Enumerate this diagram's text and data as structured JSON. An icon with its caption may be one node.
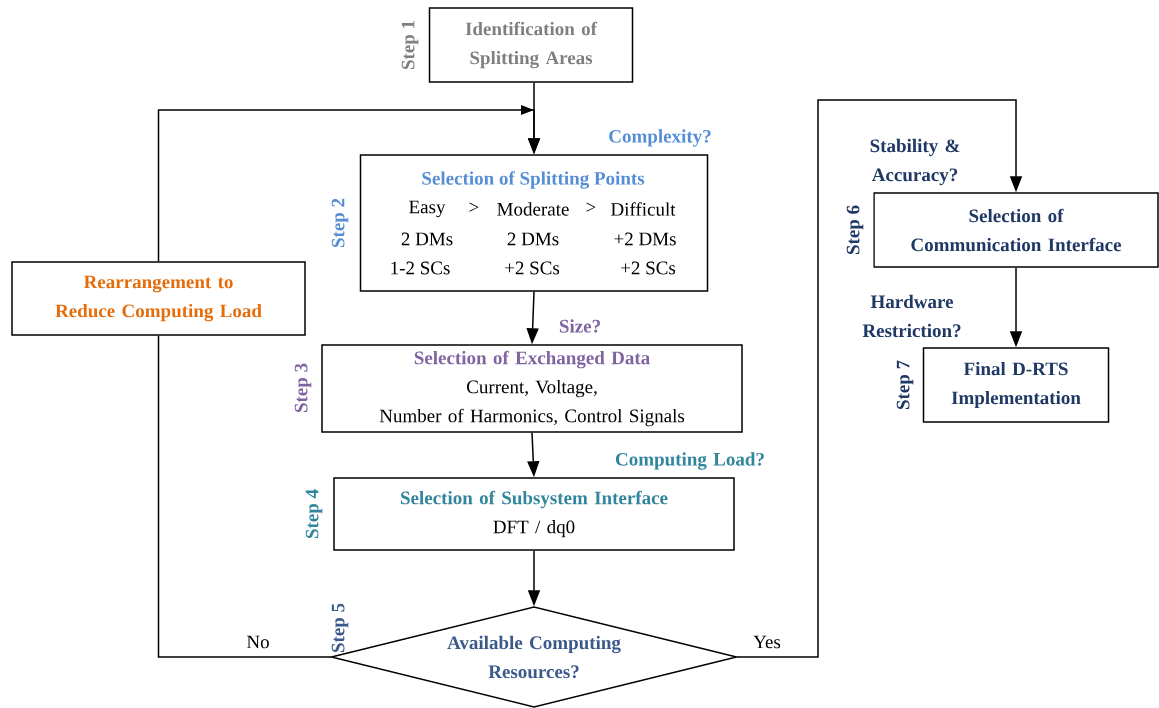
{
  "diagram": {
    "nodes": [
      {
        "text": [
          "Identification of Splitting Areas"
        ],
        "beside": [
          "Step 1"
        ]
      },
      {
        "text": [
          "Selection of Splitting Points",
          "Easy",
          ">",
          "Moderate",
          ">",
          "Difficult",
          "2 DMs",
          "2 DMs",
          "+2 DMs",
          "1-2 SCs",
          "+2 SCs",
          "+2 SCs"
        ],
        "beside": [
          "Step 2"
        ]
      },
      {
        "text": [
          "Selection of Exchanged Data",
          "Current, Voltage,",
          "Number of Harmonics, Control Signals"
        ],
        "beside": [
          "Step 3"
        ]
      },
      {
        "text": [
          "Selection of Subsystem Interface",
          "DFT / dq0"
        ],
        "beside": [
          "Step 4"
        ]
      },
      {
        "text": [
          "Available Computing Resources?"
        ],
        "beside": [
          "Step 5"
        ]
      },
      {
        "text": [
          "Rearrangement to Reduce Computing Load"
        ]
      },
      {
        "text": [
          "Selection of Communication Interface"
        ],
        "beside": [
          "Step 6"
        ]
      },
      {
        "text": [
          "Final D-RTS Implementation"
        ],
        "beside": [
          "Step 7"
        ]
      }
    ],
    "edges": [
      {
        "from": 0,
        "to": 1,
        "arrow": "to",
        "label": "Complexity?"
      },
      {
        "from": 5,
        "to": 1,
        "arrow": "to"
      },
      {
        "from": 1,
        "to": 2,
        "arrow": "to",
        "label": "Size?"
      },
      {
        "from": 2,
        "to": 3,
        "arrow": "to",
        "label": "Computing Load?"
      },
      {
        "from": 3,
        "to": 4,
        "arrow": "to"
      },
      {
        "from": 4,
        "to": 5,
        "arrow": "none",
        "label": "No"
      },
      {
        "from": 4,
        "to": 6,
        "arrow": "to",
        "label": "Yes"
      },
      {
        "from": 6,
        "to": 7,
        "arrow": "to",
        "label": "Hardware Restriction?"
      }
    ],
    "labels": [
      "Stability & Accuracy?"
    ]
  }
}
